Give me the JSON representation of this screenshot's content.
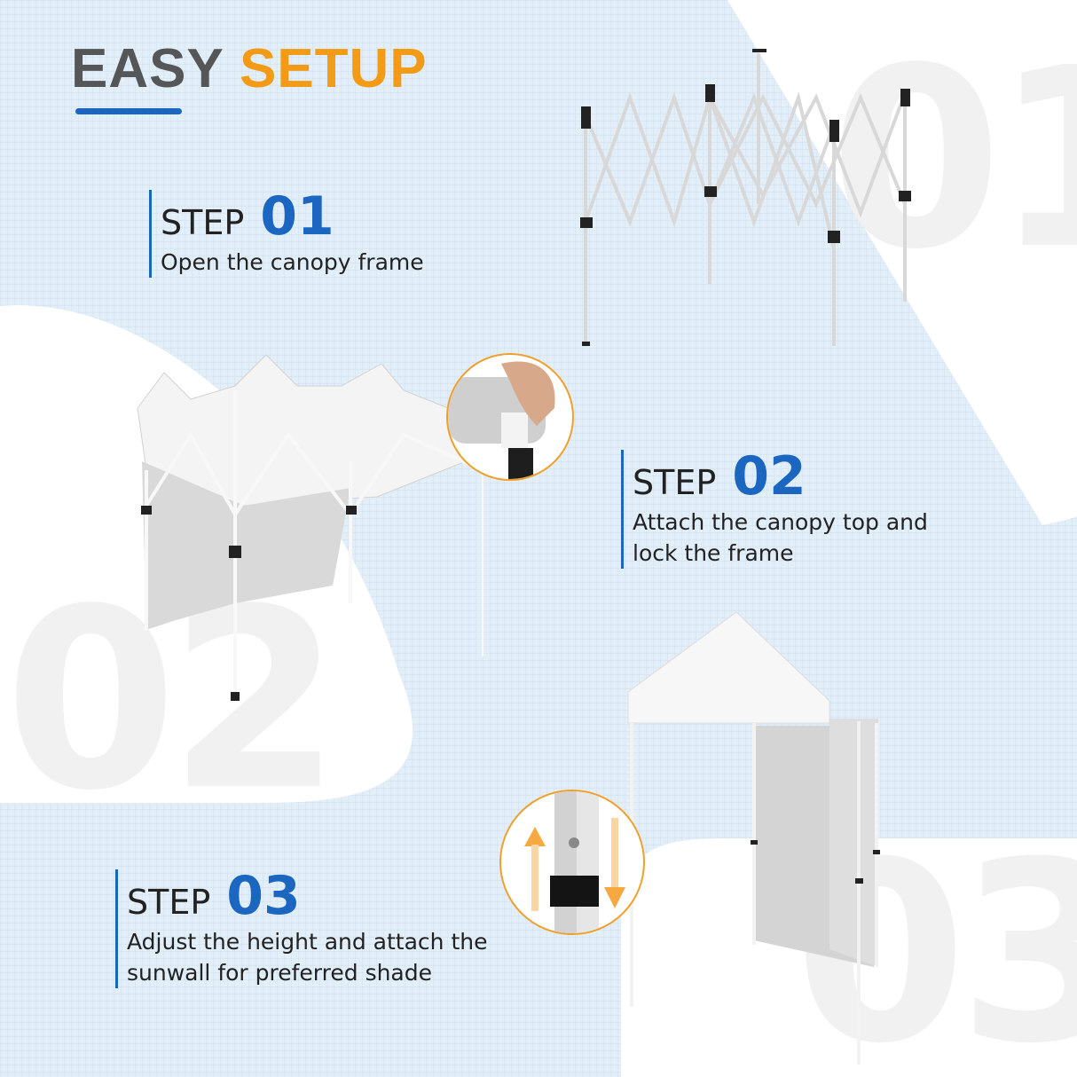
{
  "title": {
    "word1": "EASY",
    "word2": "SETUP"
  },
  "colors": {
    "accent_blue": "#1a66c1",
    "accent_orange": "#f39a16",
    "title_gray": "#555658",
    "background": "#e2eef8"
  },
  "steps": [
    {
      "label": "STEP",
      "number": "01",
      "description": [
        "Open the canopy frame"
      ],
      "background_numeral": "01"
    },
    {
      "label": "STEP",
      "number": "02",
      "description": [
        "Attach the canopy top and",
        "lock the frame"
      ],
      "background_numeral": "02"
    },
    {
      "label": "STEP",
      "number": "03",
      "description": [
        "Adjust the height and attach the",
        "sunwall for preferred shade"
      ],
      "background_numeral": "03"
    }
  ],
  "images": {
    "step1": "open-canopy-frame-photo",
    "step2": "canopy-top-attached-photo",
    "step2_inset": "velcro-attach-closeup",
    "step3": "canopy-with-sunwall-photo",
    "step3_inset": "height-adjust-closeup-with-up-down-arrows"
  }
}
